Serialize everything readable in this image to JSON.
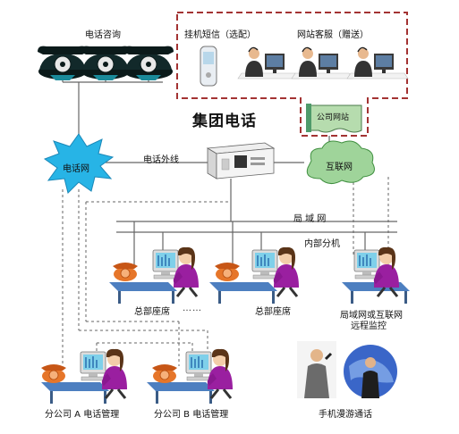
{
  "title": "集团电话",
  "labels": {
    "phone_consult": "电话咨询",
    "sms": "挂机短信（选配）",
    "web_service": "网站客服（赠送）",
    "company_site": "公司网站",
    "phone_net": "电话网",
    "ext_line": "电话外线",
    "internet": "互联网",
    "lan": "局 域 网",
    "internal_ext": "内部分机",
    "hq_seat_1": "总部座席",
    "ellipsis": "……",
    "hq_seat_2": "总部座席",
    "remote_monitor_l1": "局域网或互联网",
    "remote_monitor_l2": "远程监控",
    "branch_a": "分公司 A 电话管理",
    "branch_b": "分公司 B 电话管理",
    "roaming": "手机漫游通话"
  },
  "colors": {
    "dashed_box": "#a33333",
    "phone_net_fill": "#27b4e6",
    "cloud_fill": "#9fd49a",
    "site_fill": "#b6dcae",
    "phone_body": "#0e1e20",
    "seat_phone": "#e6762a",
    "person_purple": "#9a1fa0",
    "monitor": "#d8d8d8"
  }
}
